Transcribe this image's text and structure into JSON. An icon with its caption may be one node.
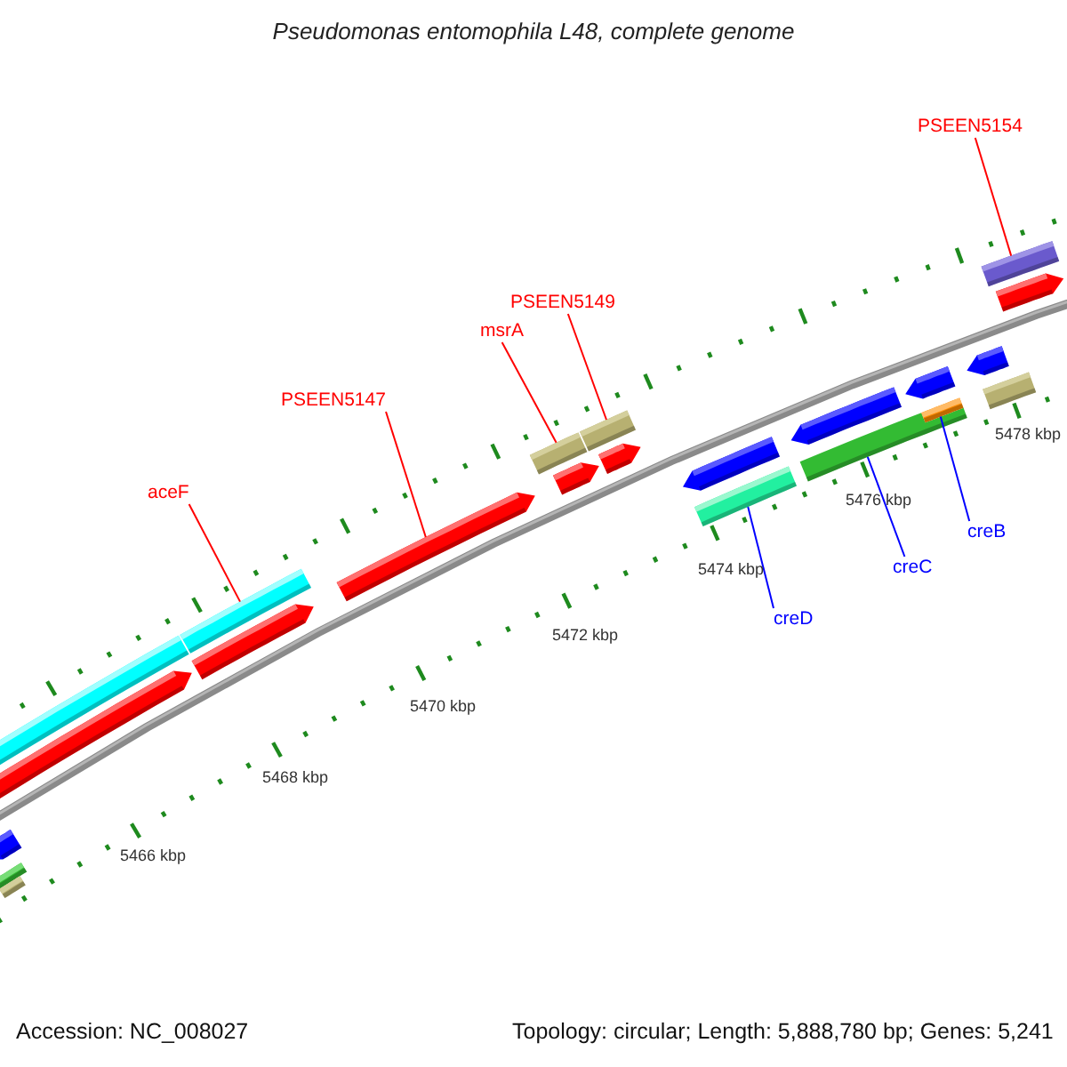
{
  "diagram": {
    "title": "Pseudomonas entomophila L48, complete genome",
    "nodes": [
      {
        "text": [
          "aceF"
        ]
      },
      {
        "text": [
          "PSEEN5147"
        ]
      },
      {
        "text": [
          "msrA"
        ]
      },
      {
        "text": [
          "PSEEN5149"
        ]
      },
      {
        "text": [
          "PSEEN5154"
        ]
      },
      {
        "text": [
          "creD"
        ]
      },
      {
        "text": [
          "creC"
        ]
      },
      {
        "text": [
          "creB"
        ]
      },
      {
        "text": [],
        "shape": "arrow"
      },
      {
        "text": [],
        "shape": "bar"
      },
      {
        "text": [],
        "shape": "bar"
      },
      {
        "text": [],
        "shape": "arrow"
      },
      {
        "text": [],
        "shape": "bar"
      },
      {
        "text": [],
        "shape": "bar"
      },
      {
        "text": [],
        "shape": "arrow"
      },
      {
        "text": [],
        "shape": "arrow"
      },
      {
        "text": [],
        "shape": "bar"
      },
      {
        "text": [],
        "shape": "bar"
      },
      {
        "text": [],
        "shape": "arrow"
      },
      {
        "text": [],
        "shape": "arrow"
      },
      {
        "text": [],
        "shape": "arrow"
      },
      {
        "text": [],
        "shape": "bar"
      },
      {
        "text": [],
        "shape": "arrow"
      },
      {
        "text": [],
        "shape": "bar"
      },
      {
        "text": [],
        "shape": "arrow"
      },
      {
        "text": [],
        "shape": "bar"
      },
      {
        "text": [],
        "shape": "arrow"
      },
      {
        "text": [],
        "shape": "bar"
      },
      {
        "text": [],
        "shape": "bar"
      },
      {
        "text": [],
        "shape": "arrow"
      }
    ],
    "edges": [
      {
        "from": 0,
        "to": 13,
        "arrow": "none"
      },
      {
        "from": 1,
        "to": 15,
        "arrow": "none"
      },
      {
        "from": 2,
        "to": 16,
        "arrow": "none"
      },
      {
        "from": 3,
        "to": 17,
        "arrow": "none"
      },
      {
        "from": 4,
        "to": 28,
        "arrow": "none"
      },
      {
        "from": 5,
        "to": 21,
        "arrow": "none",
        "color": "#0000ff"
      },
      {
        "from": 6,
        "to": 23,
        "arrow": "none",
        "color": "#0000ff"
      },
      {
        "from": 7,
        "to": 25,
        "arrow": "none",
        "color": "#0000ff"
      }
    ],
    "labels": [
      "5478 kbp",
      "5476 kbp",
      "5474 kbp",
      "5472 kbp",
      "5470 kbp",
      "5468 kbp",
      "5466 kbp",
      "Accession: NC_008027",
      "Topology: circular; Length: 5,888,780 bp; Genes: 5,241"
    ]
  }
}
